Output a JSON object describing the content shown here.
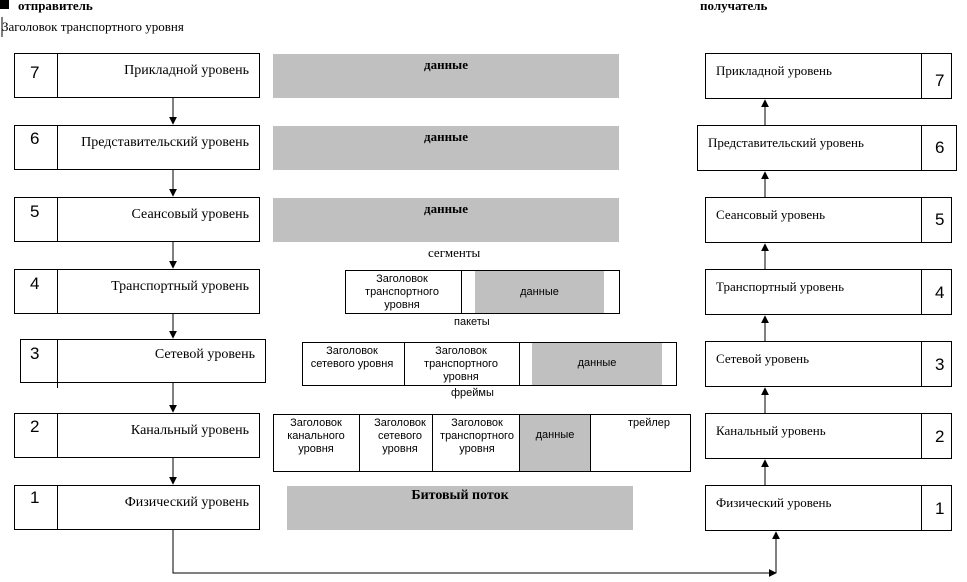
{
  "headers": {
    "sender": "отправитель",
    "receiver": "получатель",
    "note": "Заголовок транспортного уровня"
  },
  "sender_layers": [
    {
      "num": "7",
      "name": "Прикладной уровень"
    },
    {
      "num": "6",
      "name": "Представительский уровень"
    },
    {
      "num": "5",
      "name": "Сеансовый уровень"
    },
    {
      "num": "4",
      "name": "Транспортный уровень"
    },
    {
      "num": "3",
      "name": "Сетевой уровень"
    },
    {
      "num": "2",
      "name": "Канальный уровень"
    },
    {
      "num": "1",
      "name": "Физический уровень"
    }
  ],
  "receiver_layers": [
    {
      "num": "7",
      "name": "Прикладной уровень"
    },
    {
      "num": "6",
      "name": "Представительский уровень"
    },
    {
      "num": "5",
      "name": "Сеансовый уровень"
    },
    {
      "num": "4",
      "name": "Транспортный уровень"
    },
    {
      "num": "3",
      "name": "Сетевой уровень"
    },
    {
      "num": "2",
      "name": "Канальный уровень"
    },
    {
      "num": "1",
      "name": "Физический уровень"
    }
  ],
  "middle": {
    "data_label": "данные",
    "segments_label": "сегменты",
    "packets_label": "пакеты",
    "frames_label": "фреймы",
    "transport_header": "Заголовок транспортного уровня",
    "network_header": "Заголовок сетевого уровня",
    "link_header": "Заголовок канального уровня",
    "trailer": "трейлер",
    "bitstream": "Битовый поток"
  },
  "colors": {
    "data_fill": "#c0c0c0",
    "line": "#000000"
  }
}
